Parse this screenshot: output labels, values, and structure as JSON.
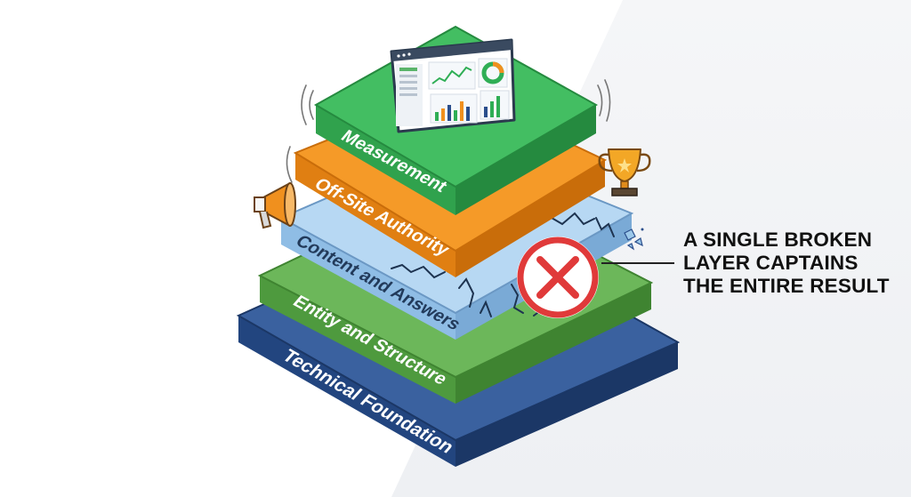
{
  "layers": [
    {
      "label": "Measurement",
      "color": "#3cb55a"
    },
    {
      "label": "Off-Site Authority",
      "color": "#f0901e"
    },
    {
      "label": "Content and Answers",
      "color": "#9cc8ea"
    },
    {
      "label": "Entity and Structure",
      "color": "#5ea84a"
    },
    {
      "label": "Technical Foundation",
      "color": "#2b4e8c"
    }
  ],
  "callout": {
    "line1": "A SINGLE BROKEN",
    "line2": "LAYER CAPTAINS",
    "line3": "THE ENTIRE RESULT"
  },
  "icons": [
    "dashboard-icon",
    "trophy-icon",
    "megaphone-icon",
    "error-x-icon",
    "crack-icon"
  ],
  "colors": {
    "measurement": "#3cb55a",
    "off_site_authority": "#f0901e",
    "content_and_answers": "#9cc8ea",
    "entity_and_structure": "#5ea84a",
    "technical_foundation": "#2b4e8c",
    "error": "#e03a3a"
  }
}
